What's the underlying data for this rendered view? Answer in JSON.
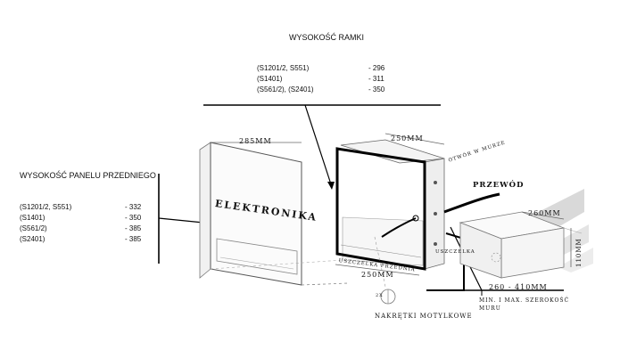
{
  "frame_height": {
    "title": "WYSOKOŚĆ RAMKI",
    "rows": [
      {
        "model": "(S1201/2, S551)",
        "value": "- 296"
      },
      {
        "model": "(S1401)",
        "value": "- 311"
      },
      {
        "model": "(S561/2), (S2401)",
        "value": "- 350"
      }
    ]
  },
  "panel_height": {
    "title": "WYSOKOŚĆ PANELU PRZEDNIEGO",
    "rows": [
      {
        "model": "(S1201/2, S551)",
        "value": "- 332"
      },
      {
        "model": "(S1401)",
        "value": "- 350"
      },
      {
        "model": "(S561/2)",
        "value": "- 385"
      },
      {
        "model": "(S2401)",
        "value": "- 385"
      }
    ]
  },
  "panel": {
    "width": "285MM",
    "brand": "ELEKTRONIKA"
  },
  "frame": {
    "top_width": "250MM",
    "bottom_width": "250MM",
    "seal_front": "USZCZELKA PRZEDNIA",
    "seal": "USZCZELKA",
    "wall_opening": "OTWÓR W MURZE"
  },
  "cable": "PRZEWÓD",
  "box": {
    "width": "260MM",
    "height": "110MM",
    "depth_range": "260 - 410MM"
  },
  "wall": {
    "note_line1": "MIN. I MAX. SZEROKOŚĆ",
    "note_line2": "MURU"
  },
  "nuts": {
    "count": "2X",
    "label": "NAKRĘTKI MOTYLKOWE"
  }
}
